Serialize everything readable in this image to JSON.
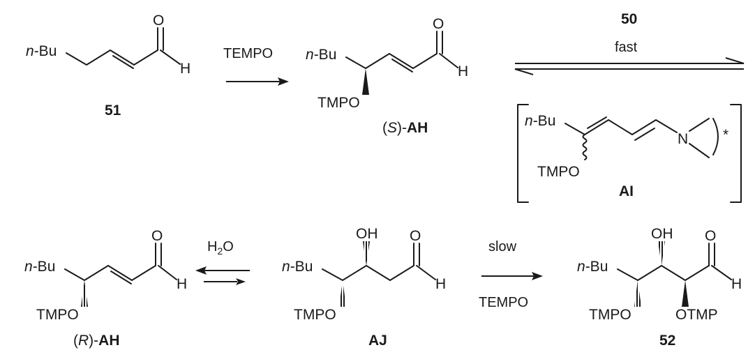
{
  "labels": {
    "nbu": "n-Bu",
    "n": "n",
    "bu": "-Bu",
    "tmpo": "TMPO",
    "otmp": "OTMP",
    "h": "H",
    "o": "O",
    "oh": "OH",
    "n_atom": "N",
    "star": "*"
  },
  "compounds": {
    "c51": "51",
    "s_ah_prefix": "(",
    "s_ah_S": "S",
    "s_ah_suffix": ")-",
    "s_ah_bold": "AH",
    "ai": "AI",
    "r_ah_prefix": "(",
    "r_ah_R": "R",
    "r_ah_suffix": ")-",
    "r_ah_bold": "AH",
    "aj": "AJ",
    "c52": "52"
  },
  "reagents": {
    "step1": "TEMPO",
    "step2_top": "50",
    "step2_bottom": "fast",
    "step3_sub_pre": "H",
    "step3_sub_num": "2",
    "step3_sub_post": "O",
    "step4_top": "slow",
    "step4_bottom": "TEMPO"
  }
}
